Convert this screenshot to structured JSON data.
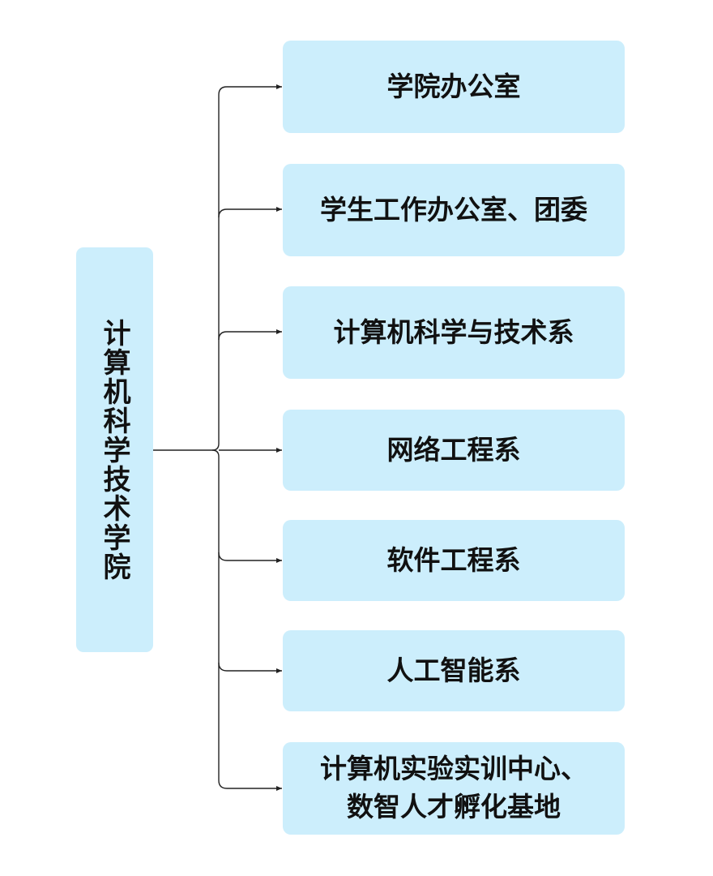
{
  "root": {
    "label": "计算机科学技术学院"
  },
  "departments": [
    {
      "label": "学院办公室"
    },
    {
      "label": "学生工作办公室、团委"
    },
    {
      "label": "计算机科学与技术系"
    },
    {
      "label": "网络工程系"
    },
    {
      "label": "软件工程系"
    },
    {
      "label": "人工智能系"
    },
    {
      "label": "计算机实验实训中心、\n数智人才孵化基地"
    }
  ],
  "colors": {
    "box_fill": "#cceefc",
    "connector": "#222222",
    "text": "#111111"
  }
}
